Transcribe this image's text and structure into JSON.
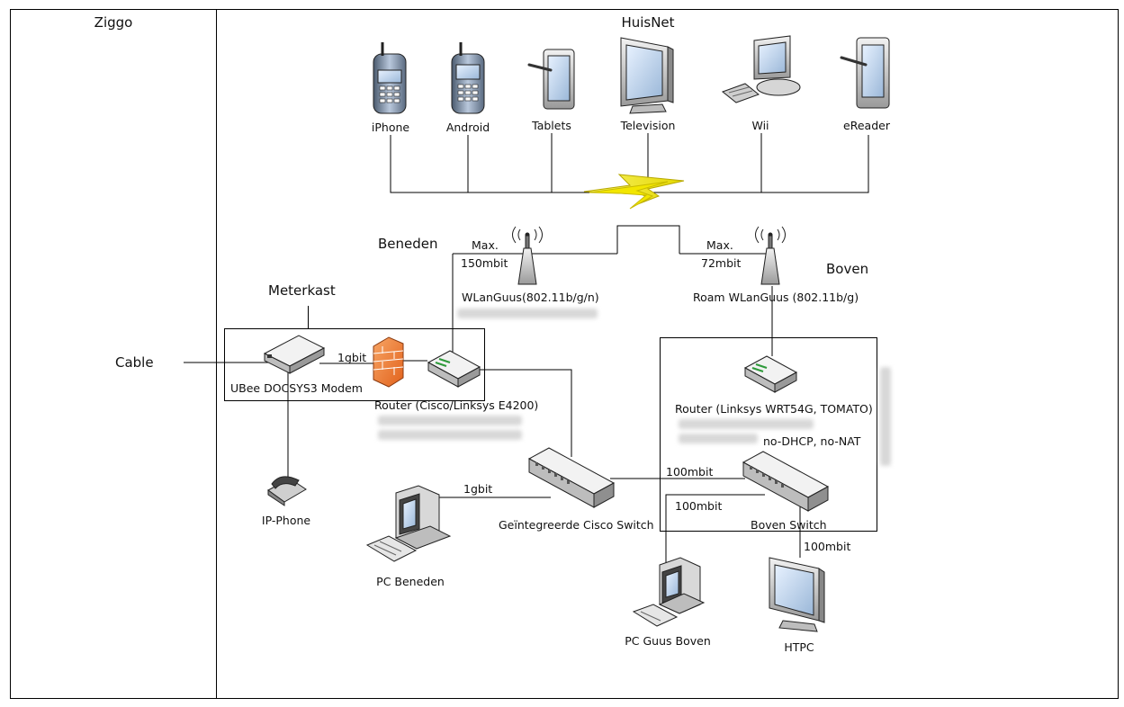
{
  "frame": {
    "left_header": "Ziggo",
    "right_header": "HuisNet"
  },
  "zones": {
    "beneden": "Beneden",
    "boven": "Boven",
    "meterkast": "Meterkast",
    "cable": "Cable"
  },
  "devices": {
    "iphone": "iPhone",
    "android": "Android",
    "tablets": "Tablets",
    "television": "Television",
    "wii": "Wii",
    "ereader": "eReader",
    "ap_beneden": "WLanGuus(802.11b/g/n)",
    "ap_boven": "Roam WLanGuus (802.11b/g)",
    "modem": "UBee DOCSYS3 Modem",
    "router_main": "Router (Cisco/Linksys E4200)",
    "router_boven": "Router (Linksys WRT54G, TOMATO)",
    "router_boven_note": "no-DHCP, no-NAT",
    "switch_main": "Geïntegreerde Cisco Switch",
    "switch_boven": "Boven Switch",
    "ip_phone": "IP-Phone",
    "pc_beneden": "PC Beneden",
    "pc_boven": "PC Guus Boven",
    "htpc": "HTPC"
  },
  "links": {
    "ap_beneden_max": "Max.",
    "ap_beneden_speed": "150mbit",
    "ap_boven_max": "Max.",
    "ap_boven_speed": "72mbit",
    "modem_router": "1gbit",
    "switch_pc_beneden": "1gbit",
    "switch_to_boven": "100mbit",
    "boven_pc": "100mbit",
    "boven_htpc": "100mbit"
  }
}
